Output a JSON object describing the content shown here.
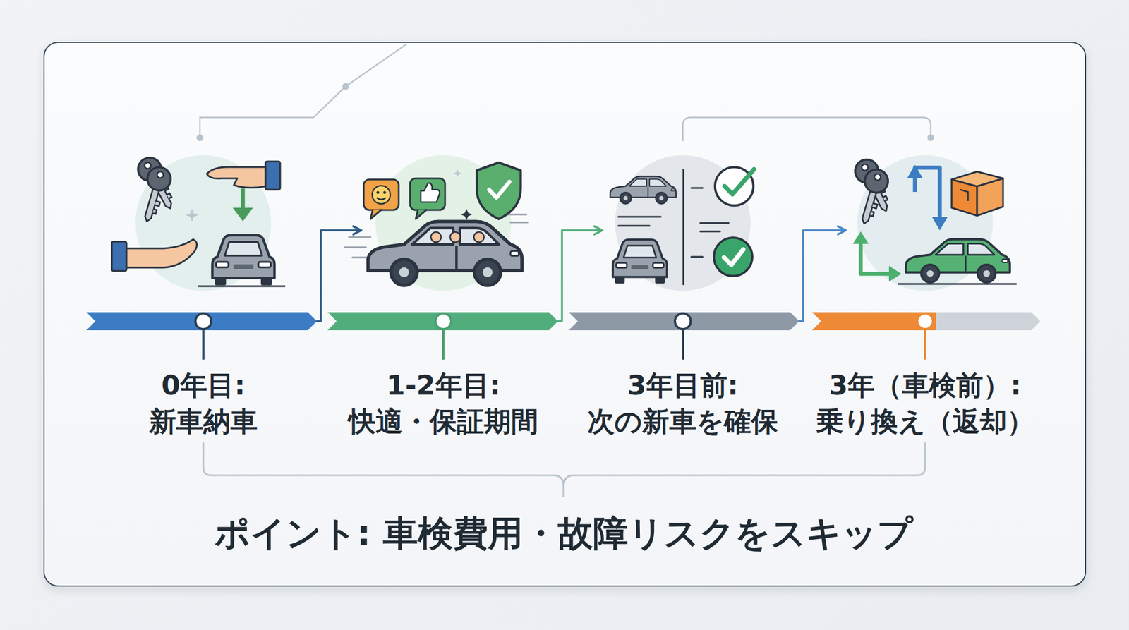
{
  "diagram": {
    "caption": "ポイント: 車検費用・故障リスクをスキップ",
    "nodes": [
      {
        "text": [
          "0年目: 新車納車"
        ]
      },
      {
        "text": [
          "1-2年目: 快適・保証期間"
        ]
      },
      {
        "text": [
          "3年目前: 次の新車を確保"
        ]
      },
      {
        "text": [
          "3年（車検前）: 乗り換え（返却）"
        ]
      }
    ],
    "edges": [
      {
        "from": 0,
        "to": 1,
        "arrow": "to"
      },
      {
        "from": 1,
        "to": 2,
        "arrow": "to"
      },
      {
        "from": 2,
        "to": 3,
        "arrow": "to"
      }
    ]
  }
}
